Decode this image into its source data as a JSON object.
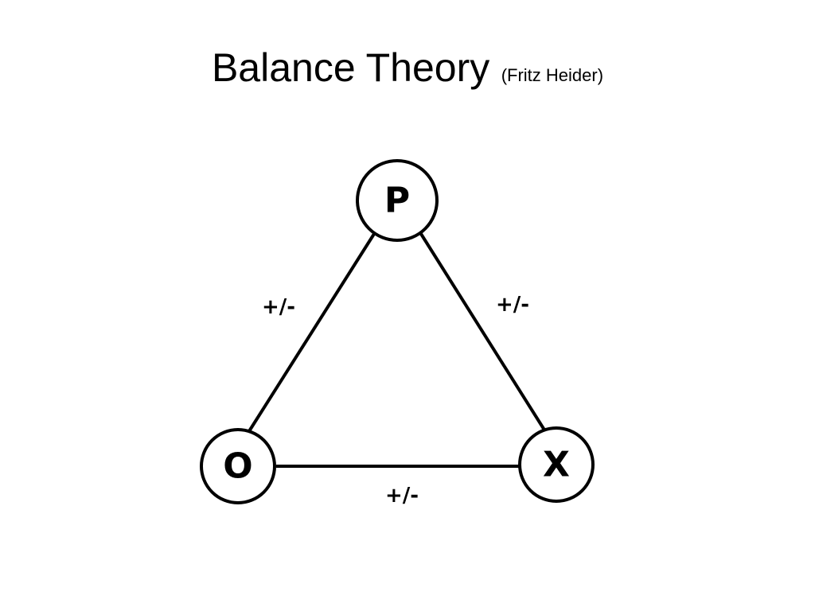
{
  "slide": {
    "title": "Balance Theory",
    "subtitle": "(Fritz Heider)"
  },
  "diagram": {
    "nodes": {
      "p": "P",
      "o": "O",
      "x": "X"
    },
    "edges": {
      "p_o": "+/-",
      "p_x": "+/-",
      "o_x": "+/-"
    },
    "colors": {
      "stroke": "#000000",
      "fill": "#ffffff"
    }
  }
}
